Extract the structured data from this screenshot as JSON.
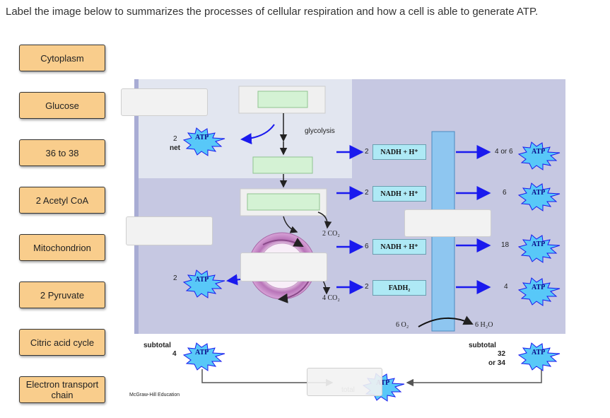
{
  "instruction": "Label the image below to summarizes the processes of cellular respiration and how a cell is able to generate ATP.",
  "label_bank": [
    "Cytoplasm",
    "Glucose",
    "36 to 38",
    "2 Acetyl CoA",
    "Mitochondrion",
    "2 Pyruvate",
    "Citric acid cycle",
    "Electron transport chain"
  ],
  "diagram": {
    "glycolysis": "glycolysis",
    "net": "net",
    "two": "2",
    "nadh": "NADH + H⁺",
    "fadh2": "FADH₂",
    "co2_2": "2 CO₂",
    "co2_4": "4 CO₂",
    "six": "6",
    "o2": "6 O₂",
    "h2o": "6 H₂O",
    "four_or_six": "4 or 6",
    "eighteen": "18",
    "four": "4",
    "subtotal": "subtotal",
    "thirty_two": "32",
    "or_34": "or 34",
    "total": "total",
    "atp": "ATP",
    "credit": "McGraw-Hill Education"
  },
  "colors": {
    "chip": "#f9cd8c",
    "diagram_bg": "#c6c8e2",
    "cytoplasm_bg": "#e2e6f0",
    "etc_bar": "#8ec6f0",
    "nadh_box": "#aee9f5",
    "arrow_blue": "#1a1aee",
    "atp_star": "#58c8f8"
  }
}
